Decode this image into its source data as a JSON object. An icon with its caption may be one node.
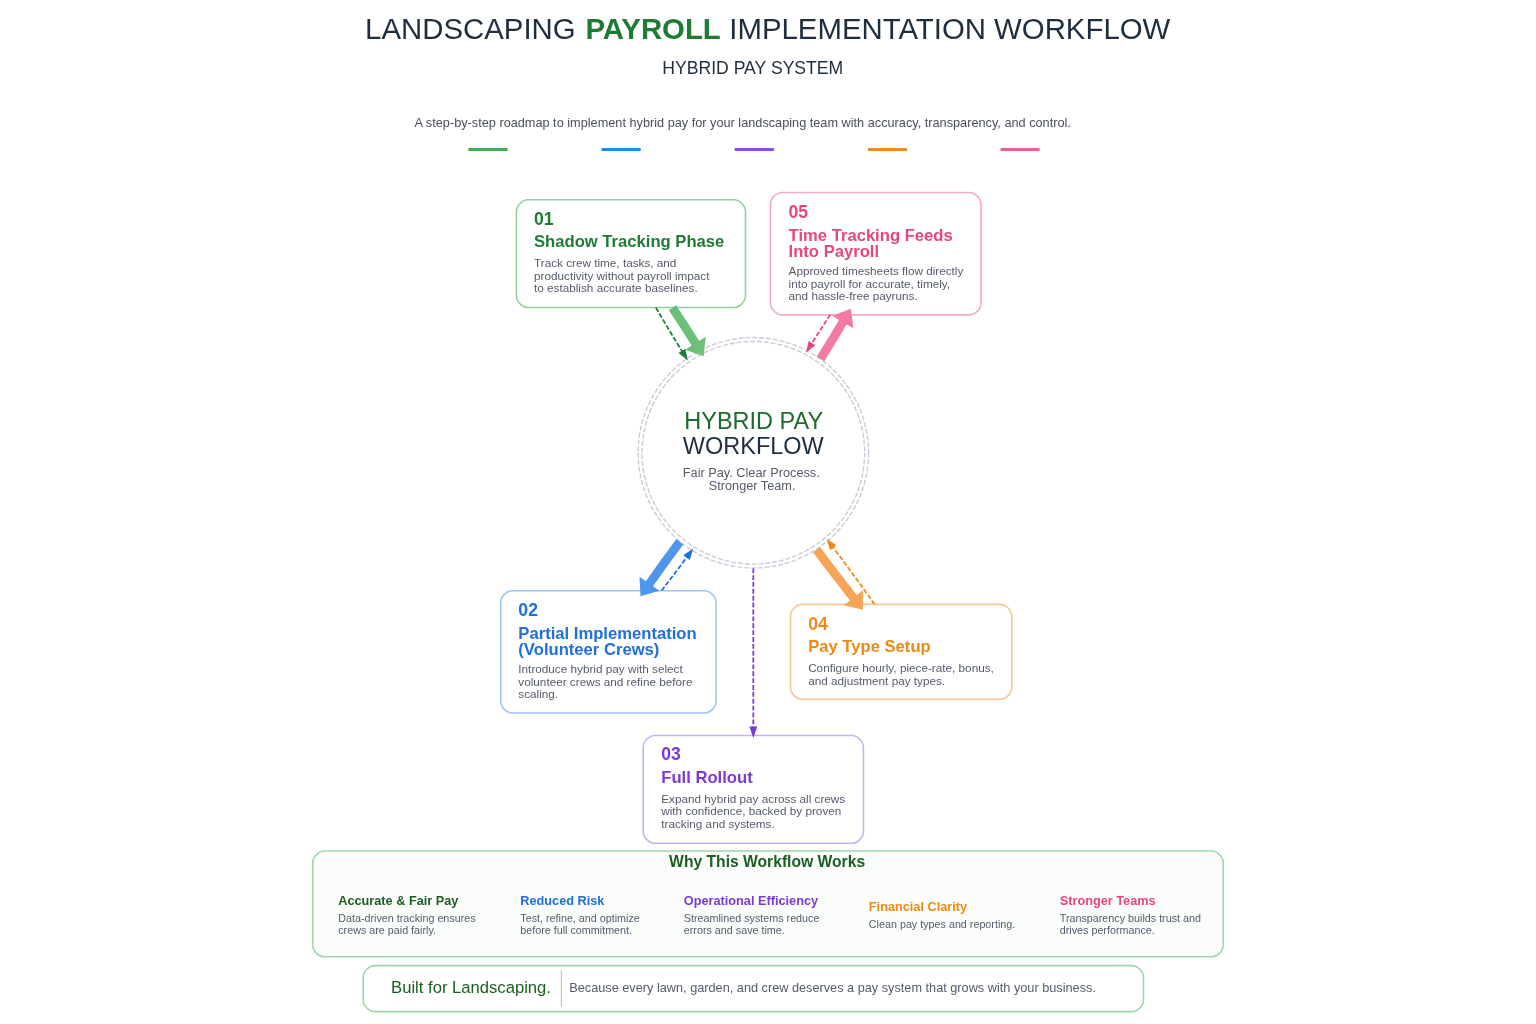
{
  "diagram": {
    "title": "LANDSCAPING **PAYROLL** IMPLEMENTATION WORKFLOW",
    "nodes": [
      {
        "text": [
          "01",
          "Shadow Tracking Phase",
          "Track crew time, tasks, and productivity without payroll impact to establish accurate baselines."
        ]
      },
      {
        "text": [
          "05",
          "Time Tracking Feeds Into Payroll",
          "Approved timesheets flow directly into payroll for accurate, timely, and hassle-free payruns."
        ]
      },
      {
        "text": [
          "HYBRID PAY WORKFLOW",
          "Fair Pay. Clear Process. Stronger Team."
        ]
      },
      {
        "text": [
          "02",
          "Partial Implementation (Volunteer Crews)",
          "Introduce hybrid pay with select volunteer crews and refine before scaling."
        ]
      },
      {
        "text": [
          "04",
          "Pay Type Setup",
          "Configure hourly, piece-rate, bonus, and adjustment pay types."
        ]
      },
      {
        "text": [
          "03",
          "Full Rollout",
          "Expand hybrid pay across all crews with confidence, backed by proven tracking and systems."
        ]
      },
      {
        "text": [
          "Why This Workflow Works"
        ]
      },
      {
        "text": [
          "Accurate & Fair Pay",
          "Data-driven tracking ensures crews are paid fairly."
        ],
        "in": 6
      },
      {
        "text": [
          "Reduced Risk",
          "Test, refine, and optimize before full commitment."
        ],
        "in": 6
      },
      {
        "text": [
          "Operational Efficiency",
          "Streamlined systems reduce errors and save time."
        ],
        "in": 6
      },
      {
        "text": [
          "Financial Clarity",
          "Clean pay types and reporting."
        ],
        "in": 6
      },
      {
        "text": [
          "Stronger Teams",
          "Transparency builds trust and drives performance."
        ],
        "in": 6
      },
      {
        "text": [
          "Built for Landscaping.",
          "Because every lawn, garden, and crew deserves a pay system that grows with your business."
        ]
      }
    ],
    "edges": [
      {
        "from": 0,
        "to": 2,
        "arrow": "to",
        "style": "dashed",
        "color": "#1e7b34"
      },
      {
        "from": 0,
        "to": 2,
        "arrow": "to",
        "style": "thick",
        "color": "#6cc07a"
      },
      {
        "from": 1,
        "to": 2,
        "arrow": "to",
        "style": "dashed",
        "color": "#e6457f"
      },
      {
        "from": 2,
        "to": 1,
        "arrow": "to",
        "style": "thick",
        "color": "#f27aa3"
      },
      {
        "from": 3,
        "to": 2,
        "arrow": "to",
        "style": "dashed",
        "color": "#1f6fe0"
      },
      {
        "from": 2,
        "to": 3,
        "arrow": "to",
        "style": "thick",
        "color": "#4f95ec"
      },
      {
        "from": 2,
        "to": 5,
        "arrow": "to",
        "style": "dashed",
        "color": "#7a3ad8"
      },
      {
        "from": 4,
        "to": 2,
        "arrow": "to",
        "style": "dashed",
        "color": "#ee8a14"
      },
      {
        "from": 2,
        "to": 4,
        "arrow": "to",
        "style": "thick",
        "color": "#f7a457"
      }
    ],
    "labels": [
      "HYBRID PAY SYSTEM",
      "A step-by-step roadmap to implement hybrid pay for your landscaping team with accuracy, transparency, and control."
    ]
  }
}
